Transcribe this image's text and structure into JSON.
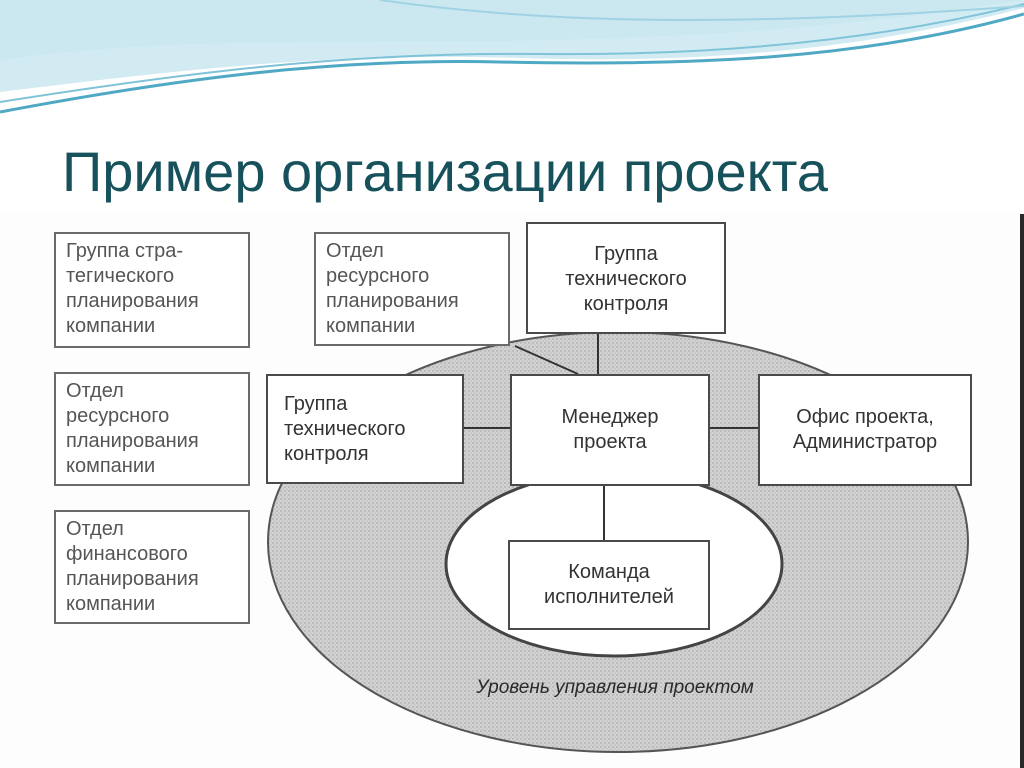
{
  "slide": {
    "title": "Пример организации проекта"
  },
  "colors": {
    "title": "#17525c",
    "wave_primary": "#4fa9c4",
    "wave_light": "#bfe3ee",
    "ring_fill": "#cfcfcf",
    "box_border": "#4a4a4a"
  },
  "diagram": {
    "left_column": [
      "Группа стра-\nтегического\nпланирования\nкомпании",
      "Отдел\nресурсного\nпланирования\nкомпании",
      "Отдел\nфинансового\nпланирования\nкомпании"
    ],
    "resource_department": "Отдел\nресурсного\nпланирования\nкомпании",
    "tech_control_top": "Группа\nтехнического\nконтроля",
    "tech_control_left": "Группа\nтехнического\nконтроля",
    "project_manager": "Менеджер\nпроекта",
    "project_office": "Офис проекта,\nАдминистратор",
    "team": "Команда\nисполнителей",
    "ring_label": "Уровень управления проектом"
  }
}
